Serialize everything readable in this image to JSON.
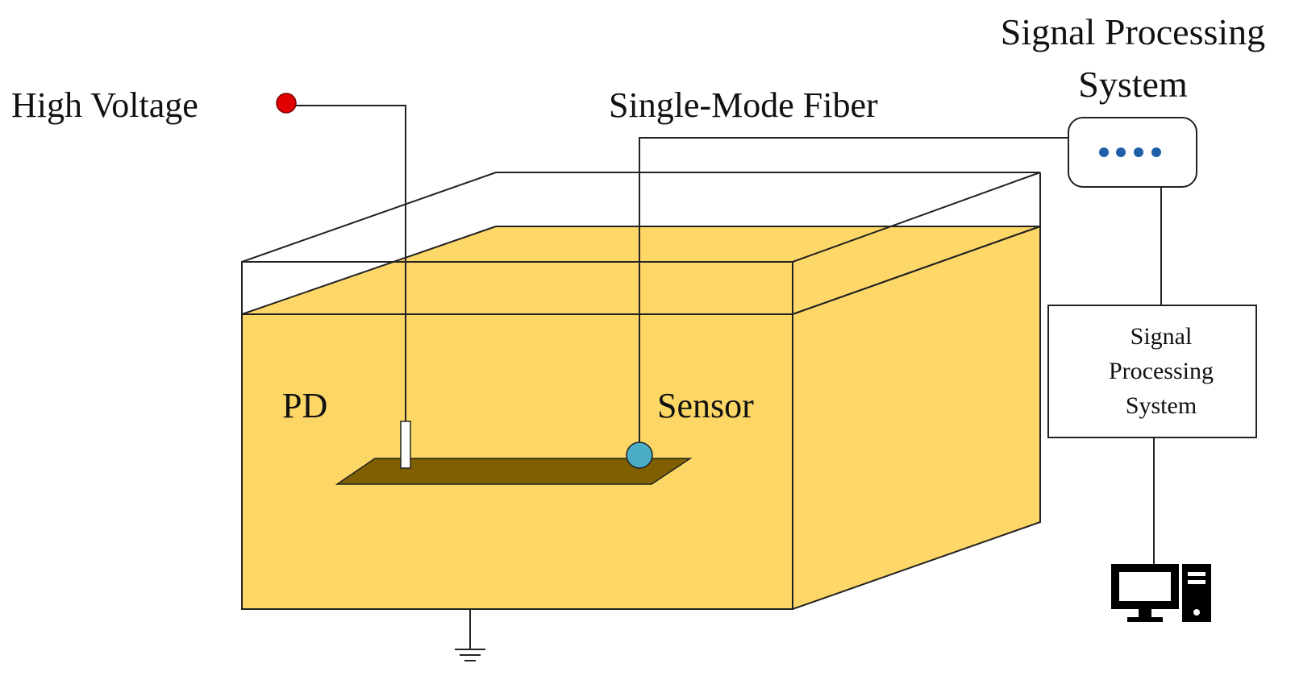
{
  "labels": {
    "high_voltage": "High Voltage",
    "single_mode_fiber": "Single-Mode Fiber",
    "sps_top_line1": "Signal Processing",
    "sps_top_line2": "System",
    "pd": "PD",
    "sensor": "Sensor",
    "sps_box_line1": "Signal",
    "sps_box_line2": "Processing",
    "sps_box_line3": "System"
  },
  "colors": {
    "oil_face": "#fdd767",
    "oil_front": "#fcd766",
    "plate": "#7f5f00",
    "hv_dot": "#e00000",
    "sensor": "#4bacc6",
    "led": "#1f5fa8",
    "line": "#222222"
  },
  "icons": [
    "ground-icon",
    "monitor-icon",
    "tower-pc-icon",
    "led-indicator-icon"
  ]
}
